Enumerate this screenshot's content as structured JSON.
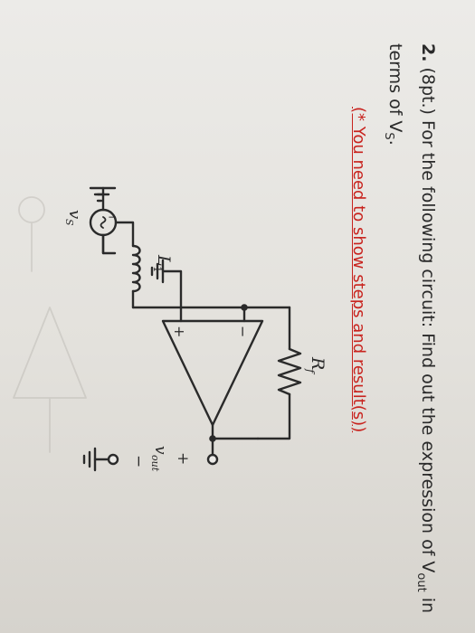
{
  "question": {
    "number": "2.",
    "points": "(8pt.)",
    "text_a": "For the following circuit: Find out the expression of V",
    "vout_sub": "out",
    "text_b": " in terms of V",
    "vs_sub": "S",
    "text_end": "."
  },
  "requirement": "(* You need to show steps and result(s))",
  "circuit": {
    "inductor_label": "L",
    "inductor_sub": "1",
    "resistor_label": "R",
    "resistor_sub": "f",
    "source_label": "v",
    "source_sub": "S",
    "opamp_minus": "−",
    "opamp_plus": "+",
    "vout_label": "v",
    "vout_sub": "out",
    "out_plus": "+",
    "out_minus": "−"
  },
  "colors": {
    "ink": "#2a2a2a",
    "red": "#c8231e"
  }
}
